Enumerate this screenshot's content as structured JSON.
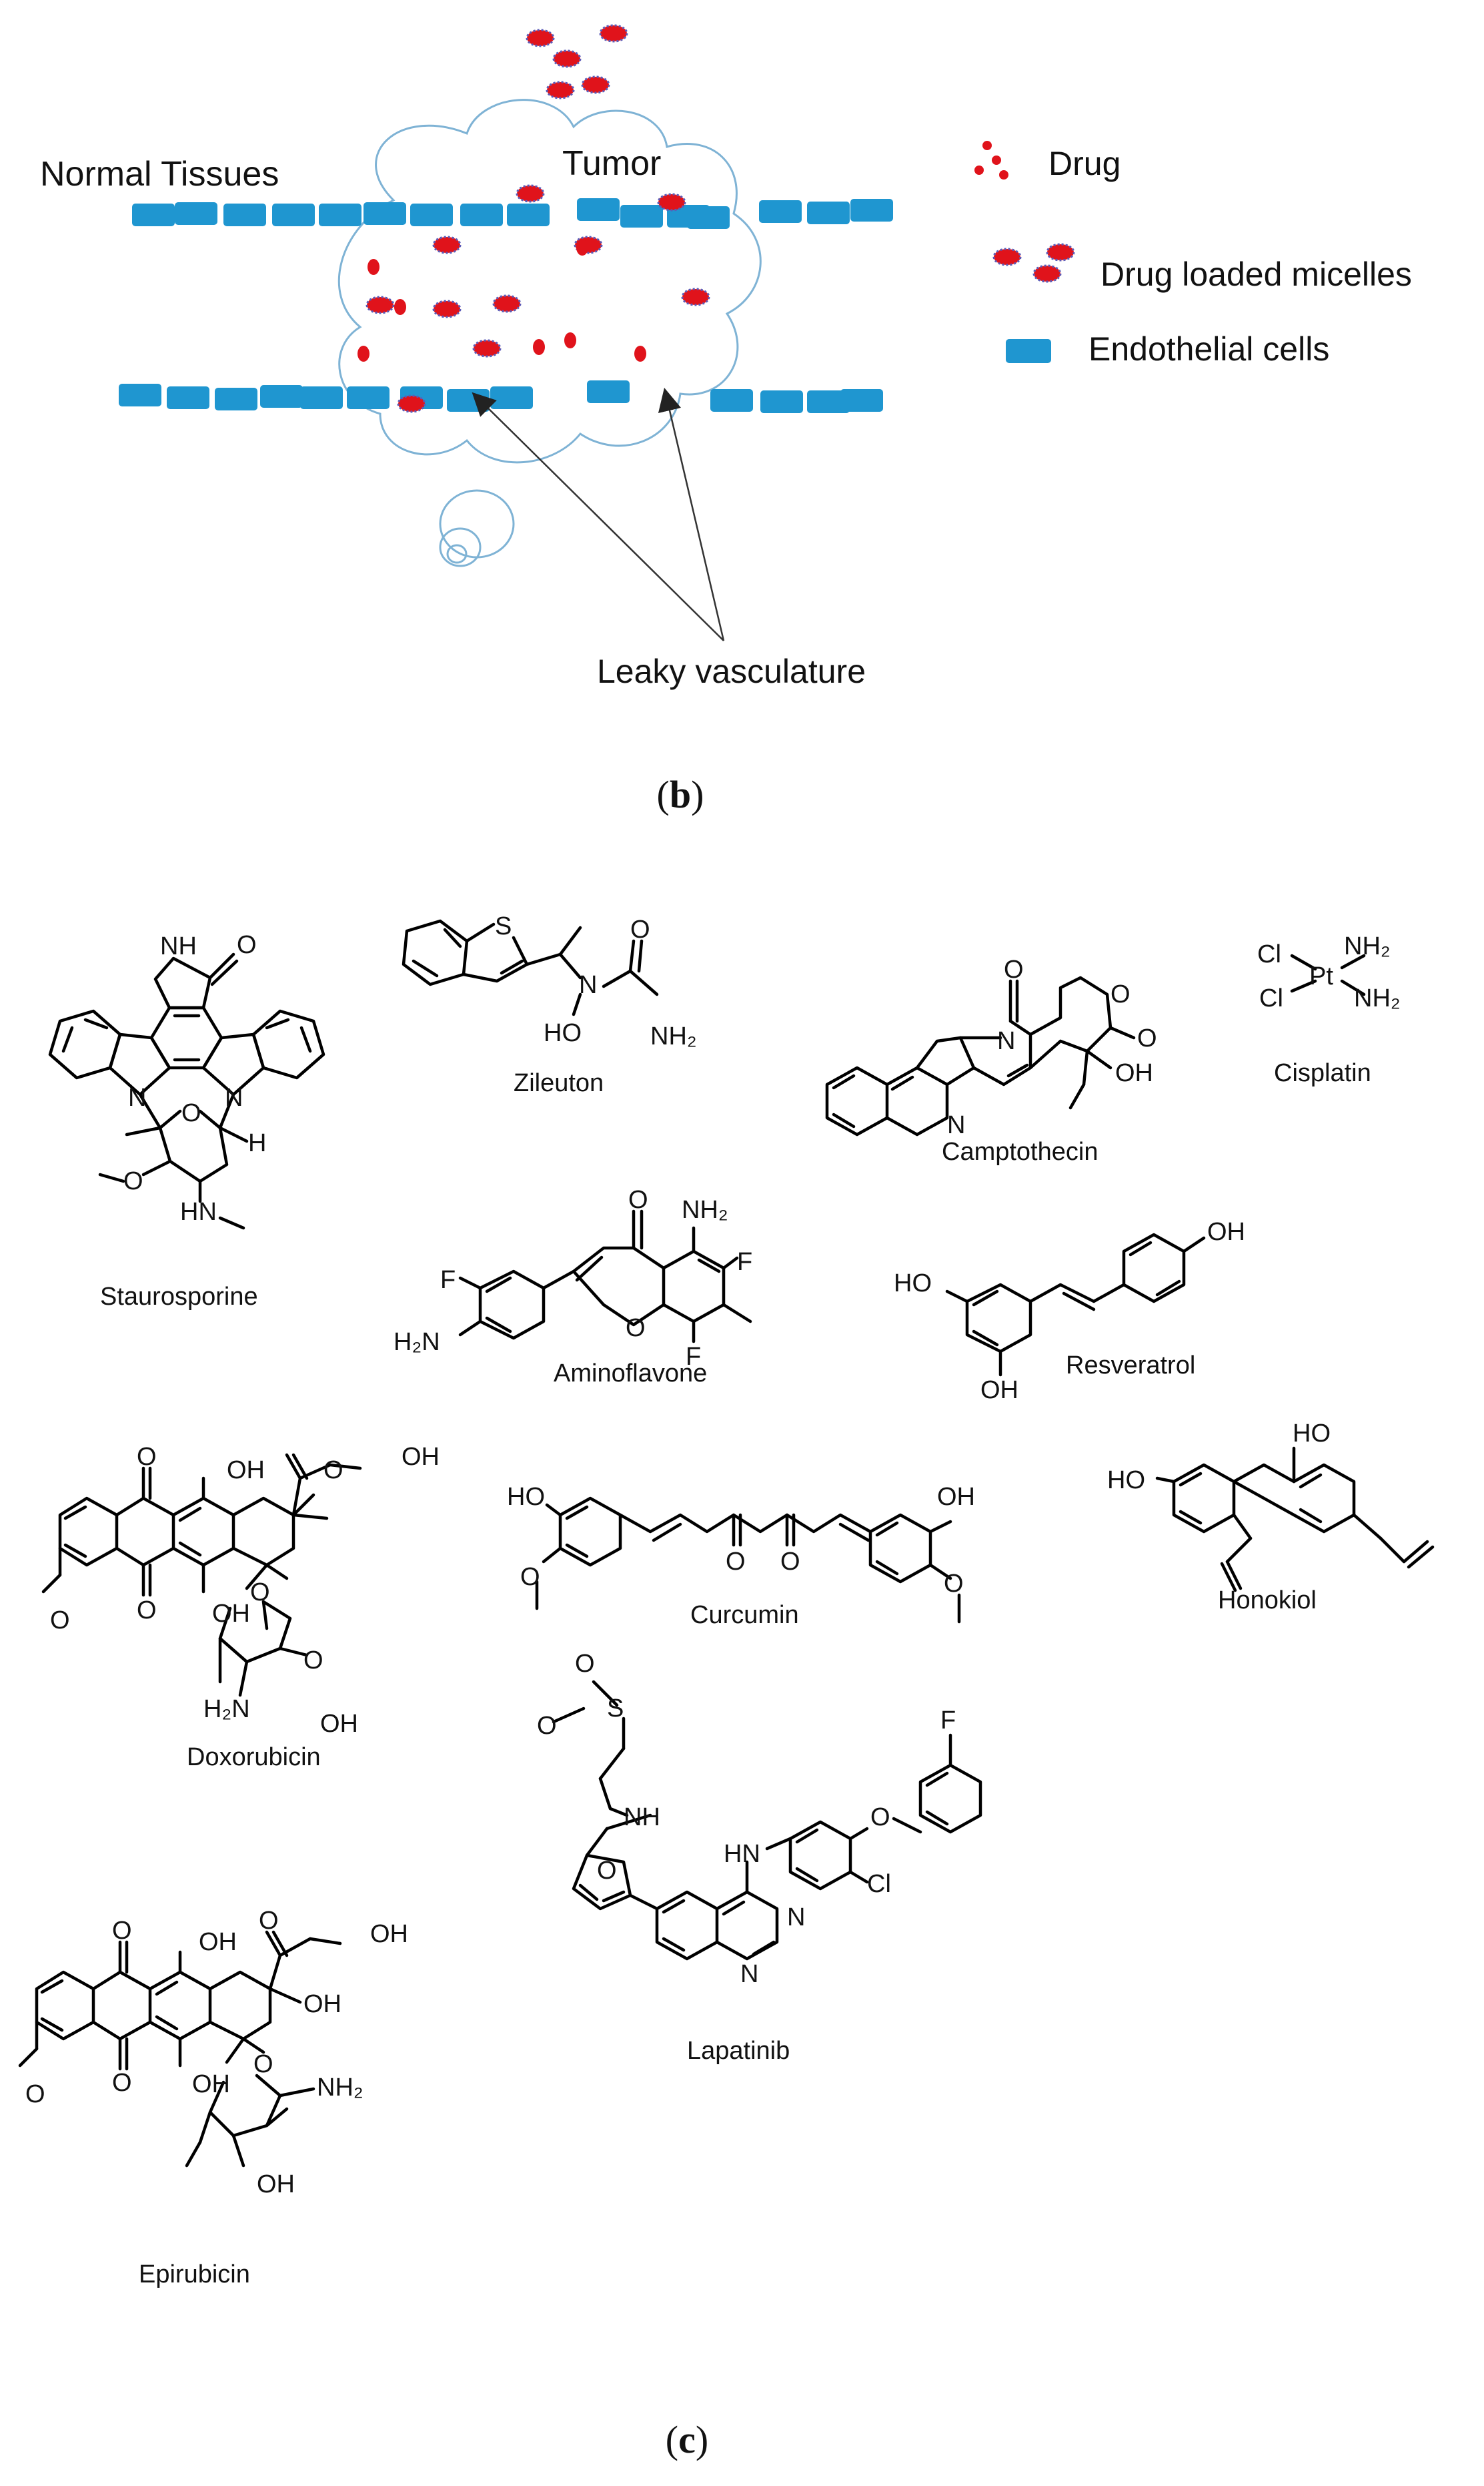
{
  "panel_b": {
    "label_open": "(",
    "label_letter": "b",
    "label_close": ")",
    "normal_tissues": "Normal Tissues",
    "tumor": "Tumor",
    "leaky_vasculature": "Leaky vasculature",
    "legend": {
      "drug": "Drug",
      "micelles": "Drug loaded micelles",
      "endothelial": "Endothelial cells"
    },
    "colors": {
      "endothelial": "#1f96d0",
      "drug": "#e0131b",
      "micelle_edge": "#5b5bb8",
      "tumor_outline": "#7fb3d5"
    }
  },
  "panel_c": {
    "label_open": "(",
    "label_letter": "c",
    "label_close": ")",
    "compounds": {
      "staurosporine": "Staurosporine",
      "zileuton": "Zileuton",
      "camptothecin": "Camptothecin",
      "cisplatin": "Cisplatin",
      "aminoflavone": "Aminoflavone",
      "resveratrol": "Resveratrol",
      "doxorubicin": "Doxorubicin",
      "curcumin": "Curcumin",
      "honokiol": "Honokiol",
      "lapatinib": "Lapatinib",
      "epirubicin": "Epirubicin"
    },
    "atoms": {
      "O": "O",
      "OH": "OH",
      "HO": "HO",
      "NH": "NH",
      "HN": "HN",
      "N": "N",
      "H": "H",
      "S": "S",
      "F": "F",
      "Cl": "Cl",
      "Pt": "Pt",
      "NH2": "NH₂",
      "H2N": "H₂N"
    }
  }
}
